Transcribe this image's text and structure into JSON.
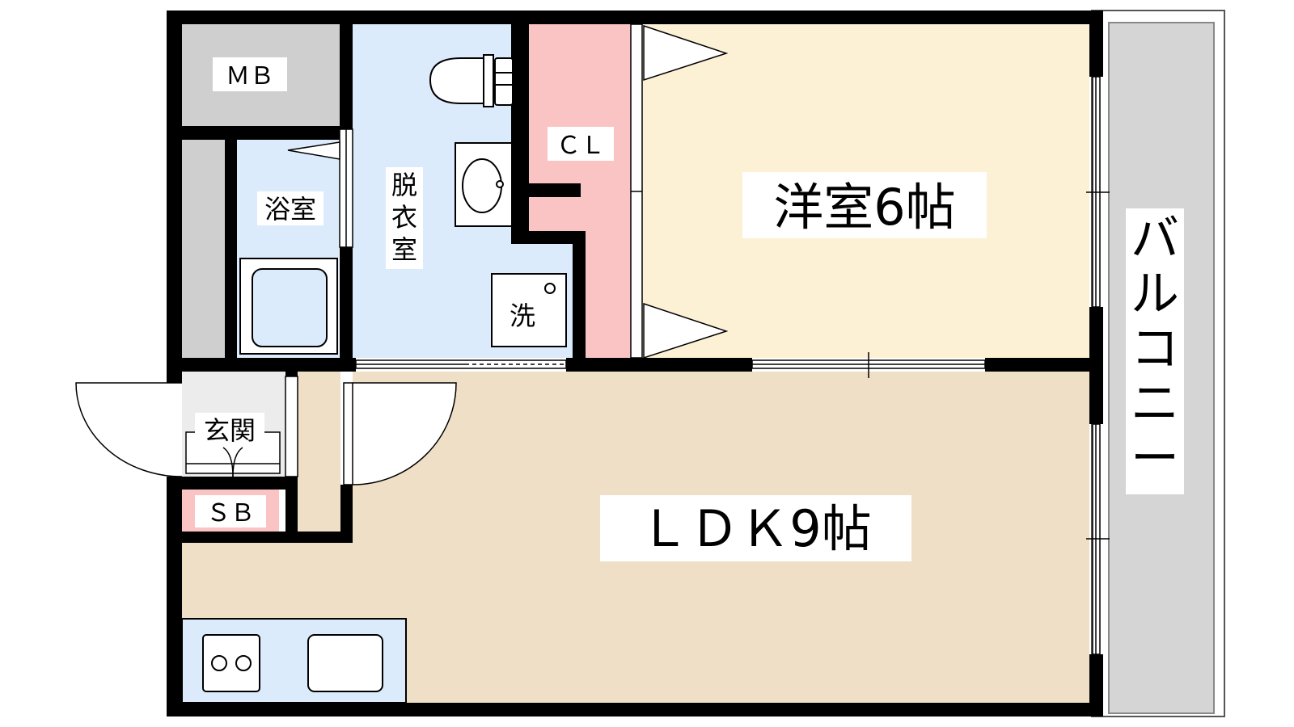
{
  "rooms": {
    "mb": "ＭＢ",
    "cl": "ＣＬ",
    "western": "洋室6帖",
    "bath": "浴室",
    "dressing": [
      "脱",
      "衣",
      "室"
    ],
    "washer": "洗",
    "entrance": "玄関",
    "sb": "ＳＢ",
    "ldk": "ＬＤＫ9帖",
    "balcony": [
      "バ",
      "ル",
      "コ",
      "ニ",
      "ー"
    ]
  },
  "colors": {
    "wall": "#000000",
    "gray": "#cfcfcf",
    "blue": "#dcebfb",
    "pink": "#fbc4c4",
    "western": "#fdf1d5",
    "ldk": "#eedfc6",
    "balcony": "#d5d5d5"
  }
}
